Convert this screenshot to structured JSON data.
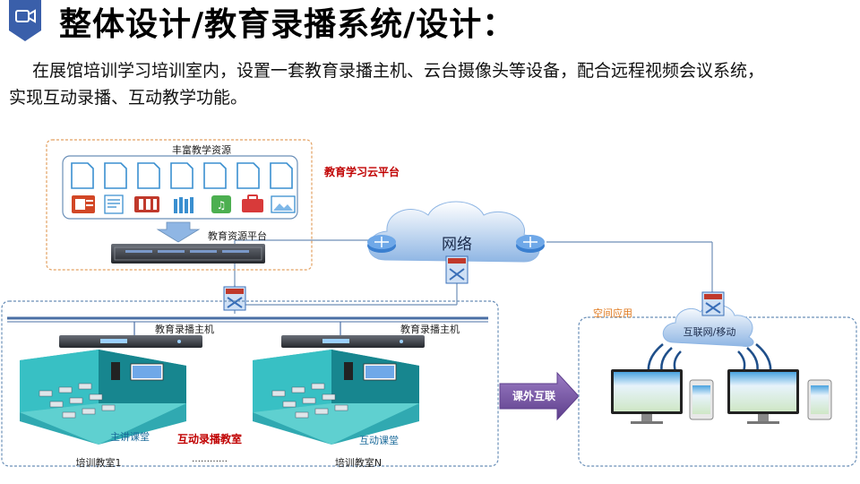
{
  "page": {
    "title": "整体设计/教育录播系统/设计：",
    "intro_line1": "在展馆培训学习培训室内，设置一套教育录播主机、云台摄像头等设备，配合远程视频会议系统，",
    "intro_line2": "实现互动录播、互动教学功能。"
  },
  "diagram": {
    "resources_label": "丰富教学资源",
    "resource_platform_label": "教育资源平台",
    "cloud_platform_label": "教育学习云平台",
    "network_label": "网络",
    "recorder_left_label": "教育录播主机",
    "recorder_right_label": "教育录播主机",
    "main_classroom_label": "主讲课堂",
    "interactive_class_label": "互动课堂",
    "interactive_recording_label": "互动录播教室",
    "classroom_1_label": "培训教室1",
    "ellipsis": "…………",
    "classroom_n_label": "培训教室N",
    "after_class_label": "课外互联",
    "space_app_label": "空间应用",
    "internet_mobile_label": "互联网/移动"
  },
  "colors": {
    "accent_red": "#c00000",
    "brand_blue": "#3a5faa",
    "cloud_blue": "#8fb6e4",
    "classroom_teal": "#1aa0a8",
    "arrow_purple": "#7d5ba6",
    "dashed_orange": "#e3a060",
    "dashed_blue": "#6a8fb8"
  }
}
